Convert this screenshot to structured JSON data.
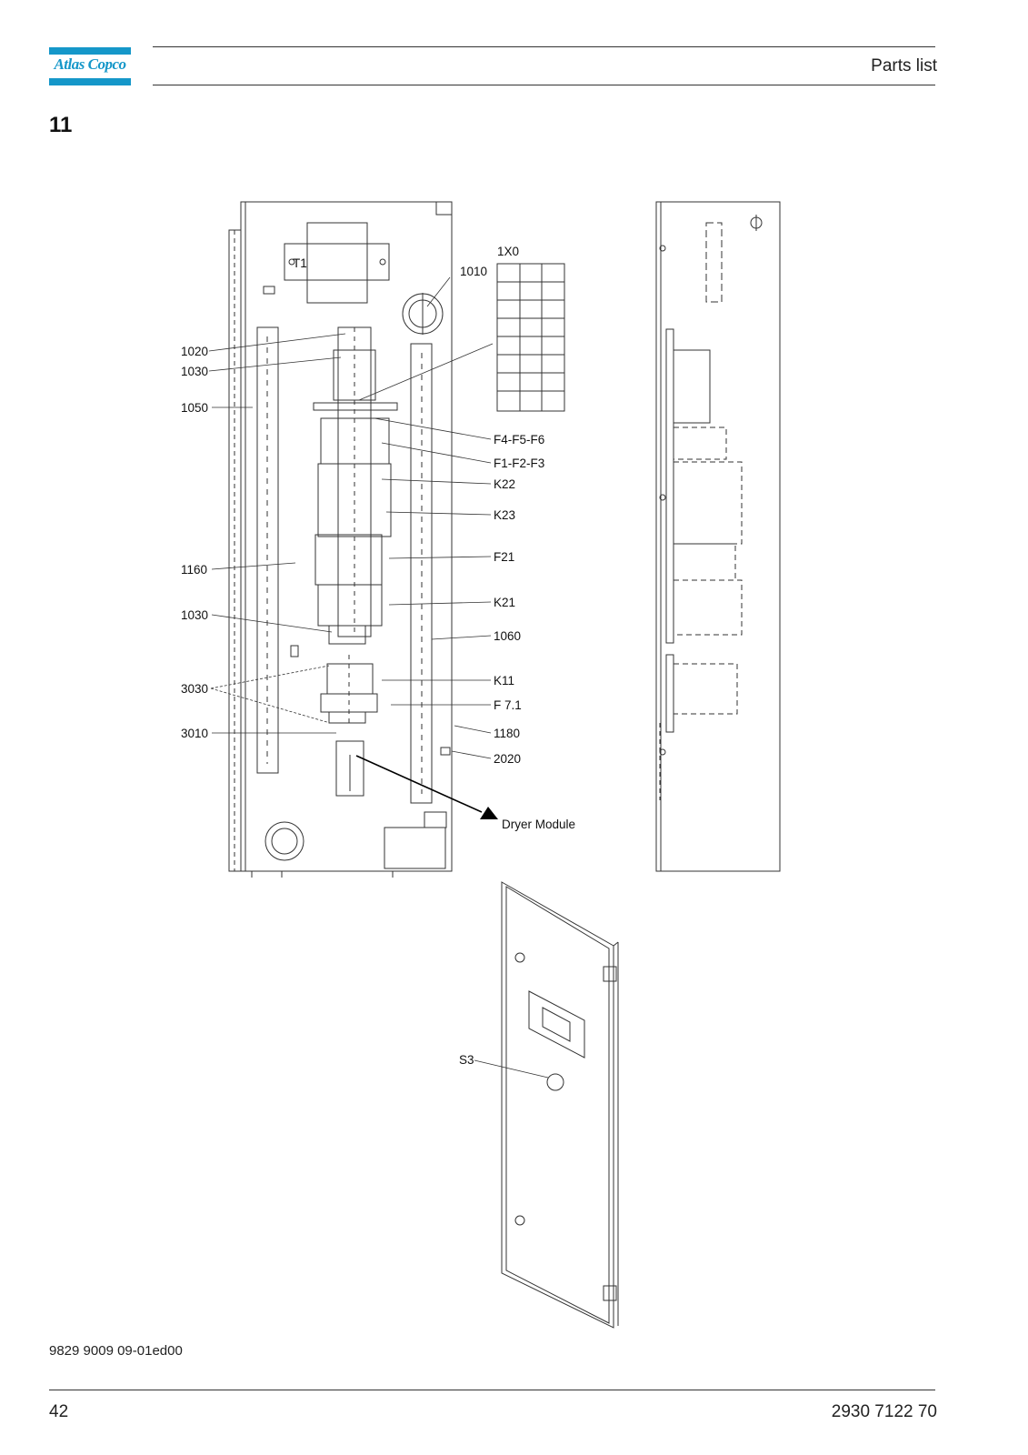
{
  "header": {
    "brand": "Atlas Copco",
    "title": "Parts list"
  },
  "section": "11",
  "diagram": {
    "labels": {
      "terminal": "1X0",
      "l1010": "1010",
      "l1020": "1020",
      "l1030a": "1030",
      "l1050": "1050",
      "l1160": "1160",
      "l1030b": "1030",
      "l3030": "3030",
      "l3010": "3010",
      "f4f5f6": "F4-F5-F6",
      "f1f2f3": "F1-F2-F3",
      "k22": "K22",
      "k23": "K23",
      "f21": "F21",
      "k21": "K21",
      "l1060": "1060",
      "k11": "K11",
      "f71": "F 7.1",
      "l1180": "1180",
      "l2020": "2020",
      "dryer": "Dryer Module",
      "s3": "S3",
      "t1": "T1"
    }
  },
  "footer": {
    "doc_code": "9829 9009 09-01ed00",
    "page": "42",
    "part_number": "2930 7122 70"
  }
}
